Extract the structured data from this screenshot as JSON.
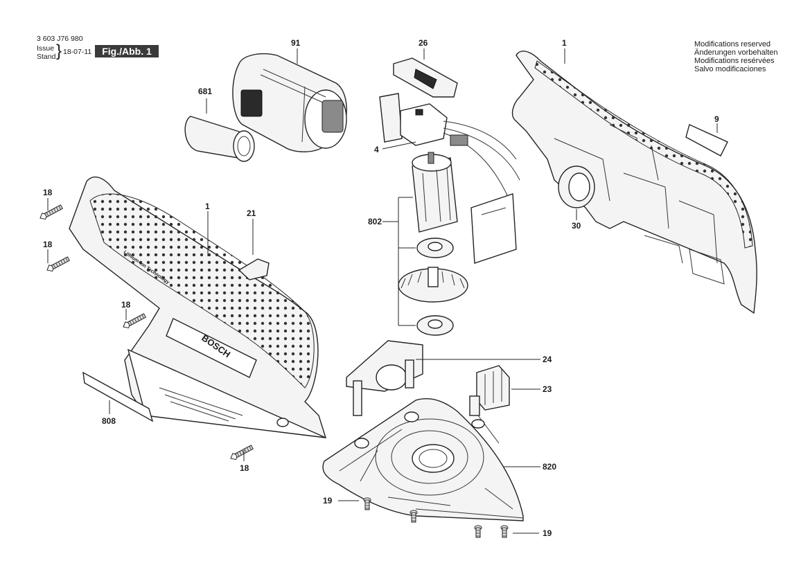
{
  "header": {
    "doc_number": "3 603 J76 980",
    "issue_label_1": "Issue",
    "issue_label_2": "Stand",
    "date": "18-07-11",
    "figure_label": "Fig./Abb. 1"
  },
  "modifications": [
    "Modifications reserved",
    "Änderungen vorbehalten",
    "Modifications resérvées",
    "Salvo modificaciones"
  ],
  "tool_markings": {
    "brand": "BOSCH",
    "grip_text": "Lithium-Ion Technology"
  },
  "part_labels": {
    "battery": "91",
    "dust_adapter": "681",
    "switch_cap": "26",
    "switch_block": "4",
    "motor_assembly": "802",
    "housing_right": "1",
    "housing_left": "1",
    "label_plate_right": "9",
    "seal_ring": "30",
    "screw_upper": "18",
    "screw_middle": "18",
    "screw_lower": "18",
    "screw_bottom": "18",
    "slide_cap": "21",
    "name_plate": "808",
    "fan_mount": "24",
    "hook_mount": "23",
    "sanding_plate": "820",
    "plate_screw_left": "19",
    "plate_screw_right": "19"
  },
  "colors": {
    "ink": "#1a1a1a",
    "badge_bg": "#3a3a3a",
    "badge_text": "#ffffff",
    "part_fill": "#f4f4f4"
  }
}
